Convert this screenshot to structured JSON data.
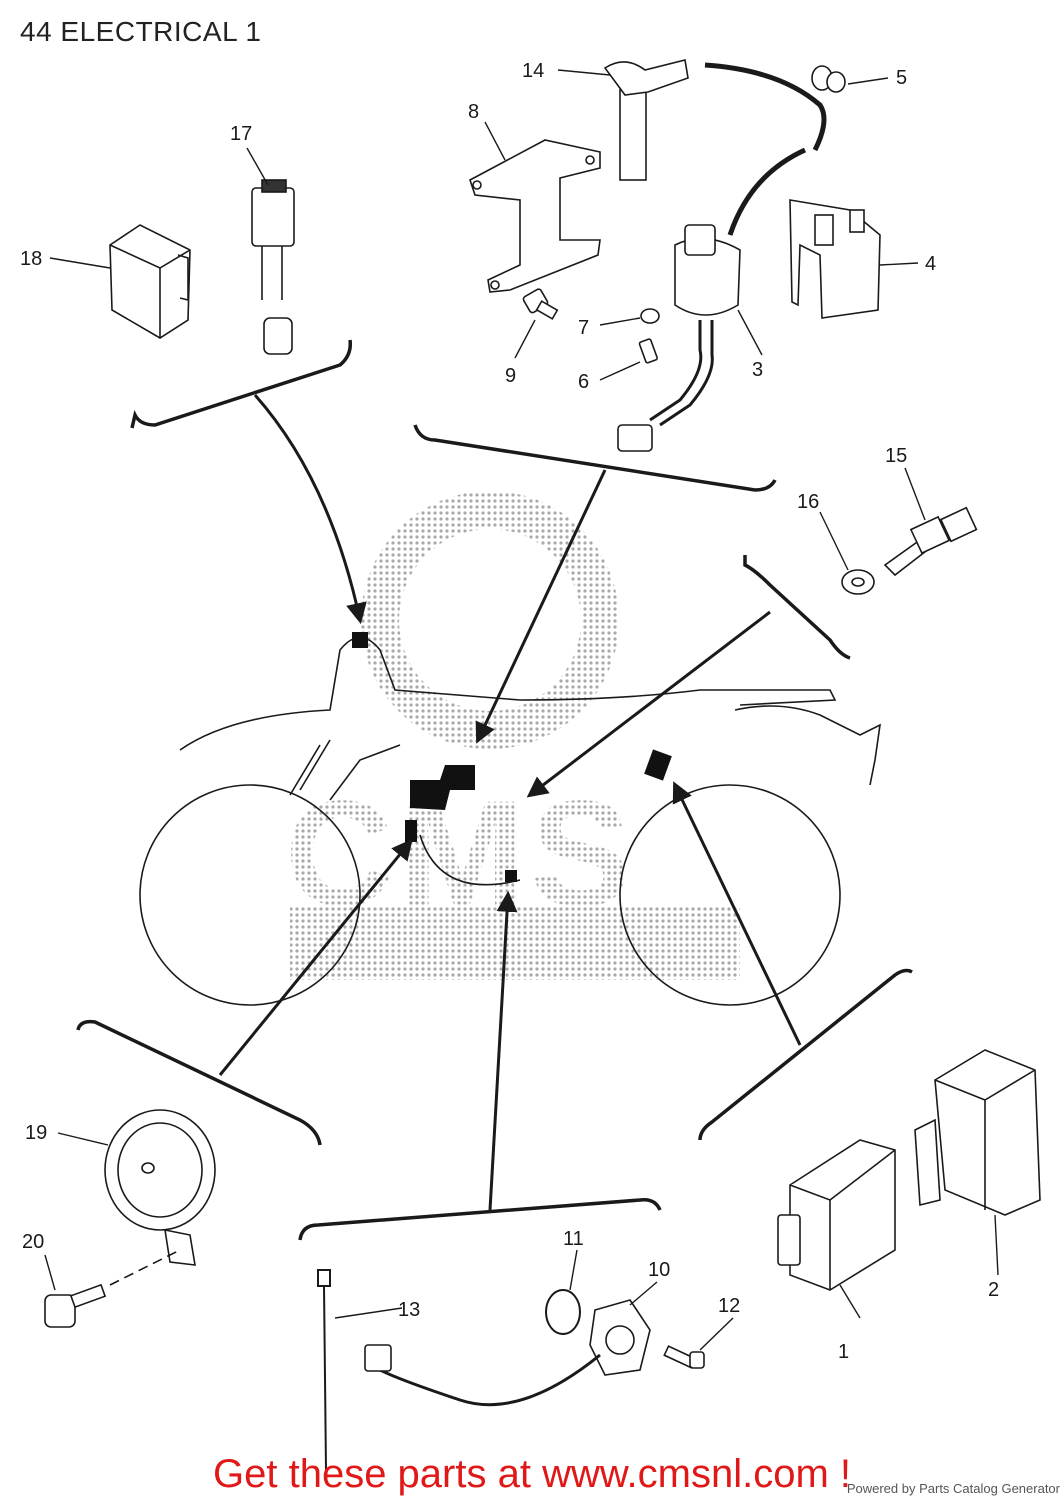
{
  "title": "44 ELECTRICAL 1",
  "footer": {
    "cta": "Get these parts at www.cmsnl.com !",
    "powered_by": "Powered by Parts Catalog Generator"
  },
  "watermark": {
    "text": "CMS",
    "color": "#8c8c8c"
  },
  "colors": {
    "line": "#1a1a1a",
    "footer_text": "#e01818",
    "dots": "#9a9a9a"
  },
  "callouts": [
    "1",
    "2",
    "3",
    "4",
    "5",
    "6",
    "7",
    "8",
    "9",
    "10",
    "11",
    "12",
    "13",
    "14",
    "15",
    "16",
    "17",
    "18",
    "19",
    "20"
  ]
}
